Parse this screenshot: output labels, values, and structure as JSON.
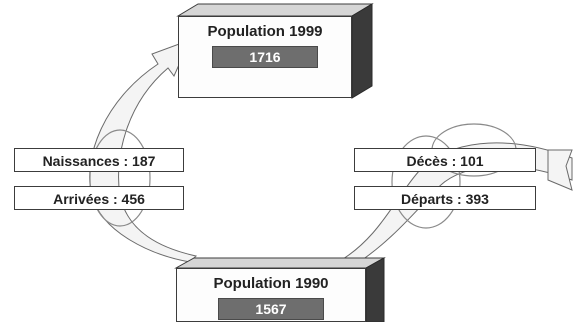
{
  "top_box": {
    "title": "Population 1999",
    "value": "1716"
  },
  "bottom_box": {
    "title": "Population 1990",
    "value": "1567"
  },
  "inflows": {
    "births": "Naissances : 187",
    "arrivals": "Arrivées : 456"
  },
  "outflows": {
    "deaths": "Décès : 101",
    "departures": "Départs : 393"
  },
  "colors": {
    "box_value_bg": "#6e6e6e",
    "arrow_fill": "#f4f4f4",
    "outline": "#3c3c3c"
  }
}
